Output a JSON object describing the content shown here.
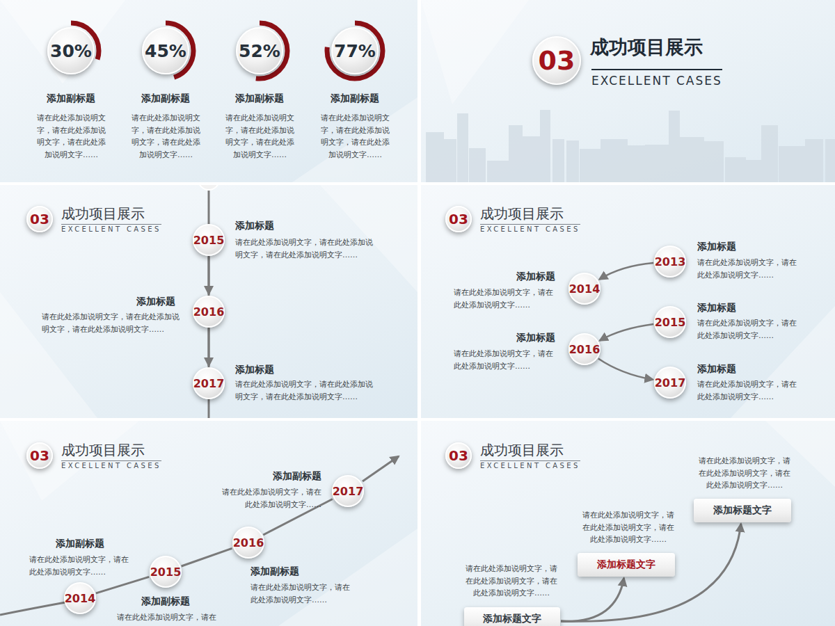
{
  "diagram": {
    "nodes": [
      {
        "text": [
          "30%"
        ]
      },
      {
        "text": [
          "45%"
        ]
      },
      {
        "text": [
          "52%"
        ]
      },
      {
        "text": [
          "77%"
        ]
      },
      {
        "text": [
          "03"
        ]
      },
      {
        "text": [
          "03"
        ]
      },
      {
        "text": [
          "2015"
        ]
      },
      {
        "text": [
          "2016"
        ]
      },
      {
        "text": [
          "2017"
        ]
      },
      {
        "text": [
          "03"
        ]
      },
      {
        "text": [
          "2013"
        ]
      },
      {
        "text": [
          "2014"
        ]
      },
      {
        "text": [
          "2015"
        ]
      },
      {
        "text": [
          "2016"
        ]
      },
      {
        "text": [
          "2017"
        ]
      },
      {
        "text": [
          "03"
        ]
      },
      {
        "text": [
          "2014"
        ]
      },
      {
        "text": [
          "2015"
        ]
      },
      {
        "text": [
          "2016"
        ]
      },
      {
        "text": [
          "2017"
        ]
      },
      {
        "text": [
          "03"
        ]
      },
      {
        "text": [
          "添加标题文字"
        ]
      },
      {
        "text": [
          "添加标题文字"
        ]
      },
      {
        "text": [
          "添加标题文字"
        ]
      }
    ],
    "edges": [
      {
        "from": 6,
        "to": 7,
        "arrow": "to"
      },
      {
        "from": 7,
        "to": 8,
        "arrow": "to"
      },
      {
        "from": 10,
        "to": 11,
        "arrow": "to"
      },
      {
        "from": 12,
        "to": 13,
        "arrow": "to"
      },
      {
        "from": 13,
        "to": 14,
        "arrow": "to"
      },
      {
        "from": 16,
        "to": 17,
        "arrow": "none"
      },
      {
        "from": 17,
        "to": 18,
        "arrow": "none"
      },
      {
        "from": 18,
        "to": 19,
        "arrow": "none"
      },
      {
        "from": 21,
        "to": 22,
        "arrow": "to"
      },
      {
        "from": 21,
        "to": 23,
        "arrow": "to"
      }
    ],
    "labels": [
      "添加副标题",
      "请在此处添加说明文字，请在此处添加说明文字，请在此处添加说明文字……",
      "添加副标题",
      "请在此处添加说明文字，请在此处添加说明文字，请在此处添加说明文字……",
      "添加副标题",
      "请在此处添加说明文字，请在此处添加说明文字，请在此处添加说明文字……",
      "添加副标题",
      "请在此处添加说明文字，请在此处添加说明文字，请在此处添加说明文字……",
      "成功项目展示",
      "EXCELLENT CASES",
      "成功项目展示",
      "EXCELLENT CASES",
      "添加标题",
      "请在此处添加说明文字，请在此处添加说明文字，请在此处添加说明文字……",
      "添加标题",
      "请在此处添加说明文字，请在此处添加说明文字，请在此处添加说明文字……",
      "添加标题",
      "请在此处添加说明文字，请在此处添加说明文字，请在此处添加说明文字……",
      "成功项目展示",
      "EXCELLENT CASES",
      "添加标题",
      "请在此处添加说明文字，请在此处添加说明文字……",
      "添加标题",
      "请在此处添加说明文字，请在此处添加说明文字……",
      "添加标题",
      "请在此处添加说明文字，请在此处添加说明文字……",
      "添加标题",
      "请在此处添加说明文字，请在此处添加说明文字……",
      "添加标题",
      "请在此处添加说明文字，请在此处添加说明文字……",
      "成功项目展示",
      "EXCELLENT CASES",
      "添加副标题",
      "请在此处添加说明文字，请在此处添加说明文字……",
      "添加副标题",
      "请在此处添加说明文字，请在此处添加说明文字……",
      "添加副标题",
      "请在此处添加说明文字，请在此处添加说明文字……",
      "添加副标题",
      "请在此处添加说明文字，请在",
      "成功项目展示",
      "EXCELLENT CASES",
      "请在此处添加说明文字，请在此处添加说明文字，请在此处添加说明文字……",
      "请在此处添加说明文字，请在此处添加说明文字，请在此处添加说明文字……",
      "请在此处添加说明文字，请在此处添加说明文字，请在此处添加说明文字……"
    ]
  }
}
